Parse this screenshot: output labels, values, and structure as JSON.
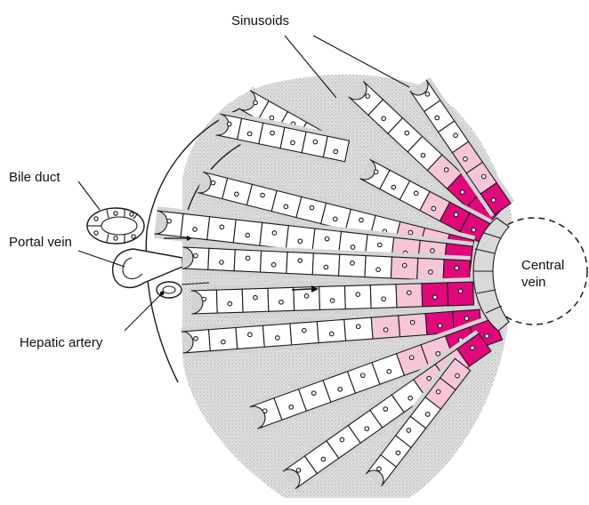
{
  "labels": {
    "sinusoids": "Sinusoids",
    "bile_duct": "Bile duct",
    "portal_vein": "Portal vein",
    "hepatic_artery": "Hepatic artery",
    "central_vein_line1": "Central",
    "central_vein_line2": "vein"
  },
  "colors": {
    "zone_outer": "#ffffff",
    "zone_mid": "#f6c6d8",
    "zone_inner": "#e0087a",
    "stroma": "#d4d4d4",
    "ink": "#1a1a1a"
  },
  "icons": [
    "flow-arrow-icon"
  ]
}
